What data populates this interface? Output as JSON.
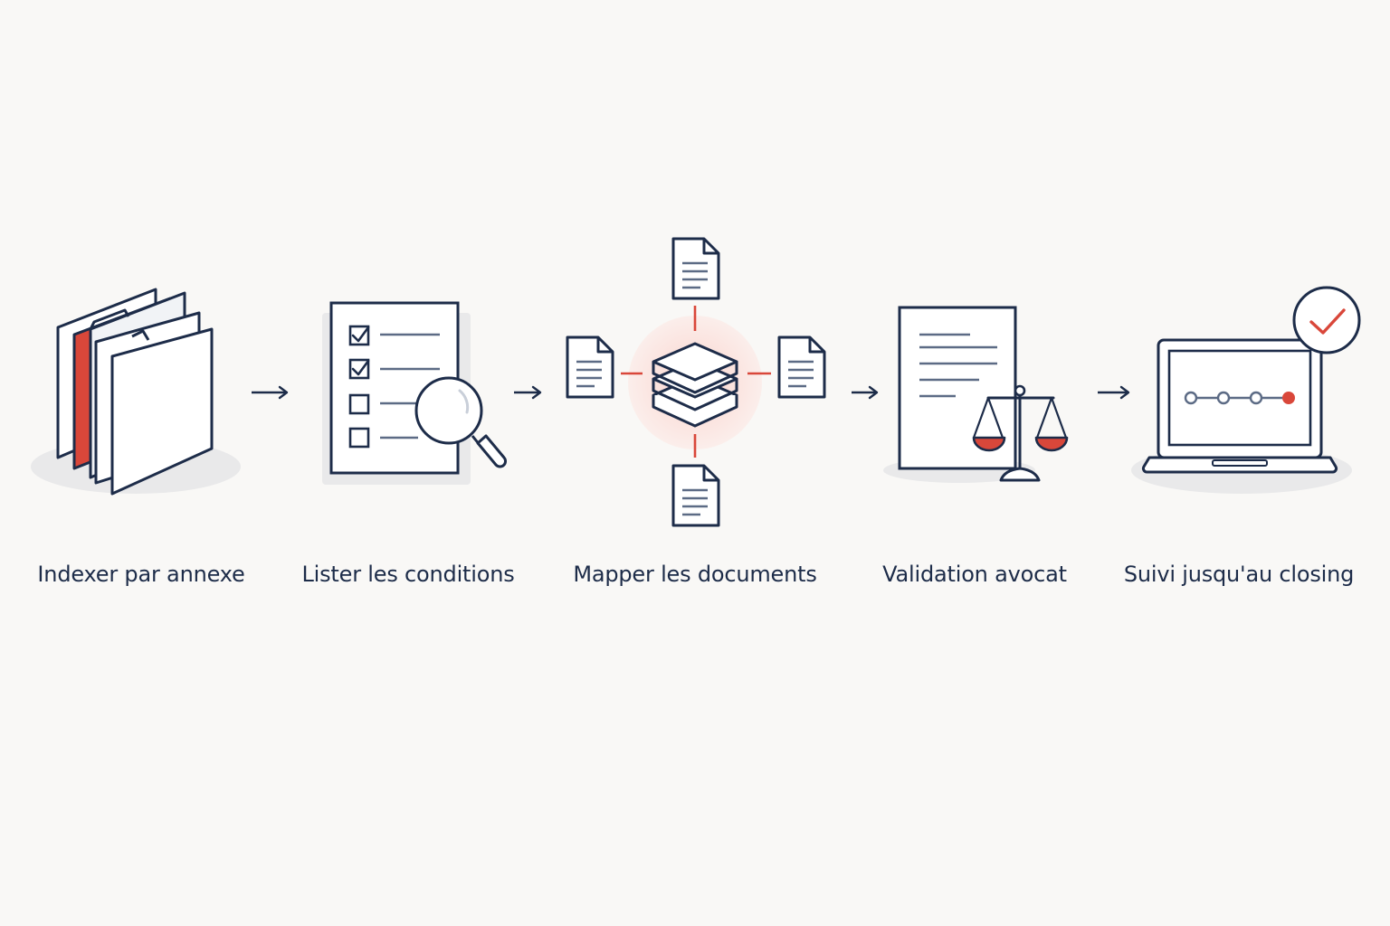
{
  "colors": {
    "ink": "#1d2c49",
    "accent": "#d9473a",
    "accent_soft": "#f8e3df",
    "line": "#5c6b85",
    "shadow": "#e9e9ea",
    "background": "#f9f8f6"
  },
  "steps": [
    {
      "label": "Indexer par annexe",
      "icon": "folders-icon"
    },
    {
      "label": "Lister les conditions",
      "icon": "checklist-search-icon"
    },
    {
      "label": "Mapper les documents",
      "icon": "document-mapping-icon"
    },
    {
      "label": "Validation avocat",
      "icon": "legal-scales-document-icon"
    },
    {
      "label": "Suivi jusqu'au closing",
      "icon": "laptop-progress-check-icon"
    }
  ],
  "connectors": [
    "arrow-right-icon",
    "arrow-right-icon",
    "arrow-right-icon",
    "arrow-right-icon"
  ],
  "progress": {
    "total_steps": 4,
    "completed_steps": 3,
    "current_step": 4
  }
}
